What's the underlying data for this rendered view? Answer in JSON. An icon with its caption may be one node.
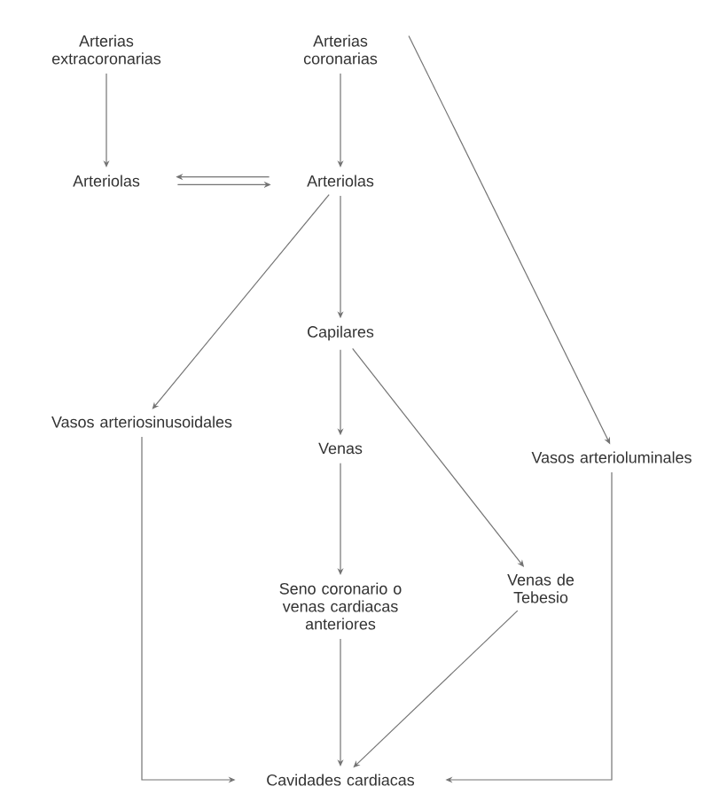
{
  "diagram": {
    "nodes": [
      {
        "text": [
          "Arterias extracoronarias"
        ]
      },
      {
        "text": [
          "Arterias coronarias"
        ]
      },
      {
        "text": [
          "Arteriolas"
        ]
      },
      {
        "text": [
          "Arteriolas"
        ]
      },
      {
        "text": [
          "Capilares"
        ]
      },
      {
        "text": [
          "Vasos arteriosinusoidales"
        ]
      },
      {
        "text": [
          "Venas"
        ]
      },
      {
        "text": [
          "Vasos arterioluminales"
        ]
      },
      {
        "text": [
          "Seno coronario o venas cardiacas anteriores"
        ]
      },
      {
        "text": [
          "Venas de Tebesio"
        ]
      },
      {
        "text": [
          "Cavidades cardiacas"
        ]
      }
    ],
    "edges": [
      {
        "from": 0,
        "to": 2,
        "arrow": "to"
      },
      {
        "from": 1,
        "to": 3,
        "arrow": "to"
      },
      {
        "from": 2,
        "to": 3,
        "arrow": "to"
      },
      {
        "from": 3,
        "to": 2,
        "arrow": "to"
      },
      {
        "from": 1,
        "to": 7,
        "arrow": "to"
      },
      {
        "from": 3,
        "to": 5,
        "arrow": "to"
      },
      {
        "from": 3,
        "to": 4,
        "arrow": "to"
      },
      {
        "from": 4,
        "to": 6,
        "arrow": "to"
      },
      {
        "from": 4,
        "to": 9,
        "arrow": "to"
      },
      {
        "from": 6,
        "to": 8,
        "arrow": "to"
      },
      {
        "from": 8,
        "to": 10,
        "arrow": "to"
      },
      {
        "from": 9,
        "to": 10,
        "arrow": "to"
      },
      {
        "from": 5,
        "to": 10,
        "arrow": "to"
      },
      {
        "from": 7,
        "to": 10,
        "arrow": "to"
      }
    ]
  }
}
